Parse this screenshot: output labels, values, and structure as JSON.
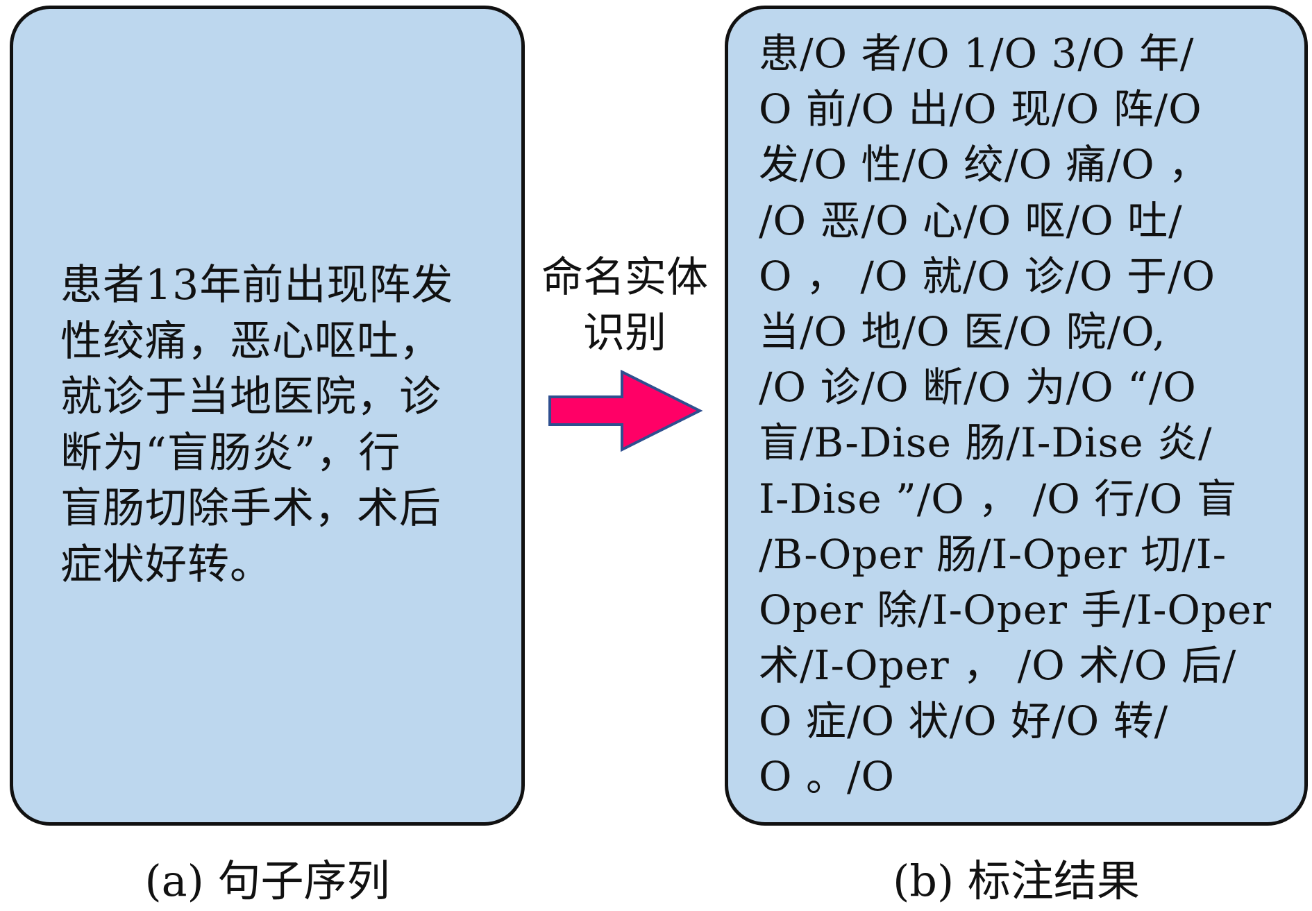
{
  "panel_a": {
    "lines": [
      "患者13年前出现阵发",
      "性绞痛，恶心呕吐，",
      "就诊于当地医院，诊",
      "断为“盲肠炎”，行",
      "盲肠切除手术，术后",
      "症状好转。"
    ]
  },
  "arrow": {
    "label_lines": [
      "命名实体",
      "识别"
    ],
    "fill_color": "#ff0066",
    "stroke_color": "#2f4f8f"
  },
  "panel_b": {
    "lines": [
      "患/O 者/O 1/O 3/O 年/",
      "O 前/O 出/O 现/O 阵/O",
      "发/O 性/O 绞/O 痛/O ，",
      "/O 恶/O 心/O 呕/O 吐/",
      "O ， /O 就/O 诊/O 于/O",
      "当/O 地/O 医/O 院/O,",
      "/O 诊/O 断/O 为/O “/O",
      "盲/B-Dise 肠/I-Dise 炎/",
      "I-Dise ”/O ， /O 行/O 盲",
      "/B-Oper 肠/I-Oper 切/I-",
      "Oper 除/I-Oper 手/I-Oper",
      "术/I-Oper ， /O 术/O 后/",
      "O 症/O 状/O 好/O 转/",
      "O 。/O"
    ]
  },
  "captions": {
    "a": "(a) 句子序列",
    "b": "(b) 标注结果"
  },
  "colors": {
    "panel_fill": "#bdd7ee",
    "panel_border": "#111111"
  }
}
